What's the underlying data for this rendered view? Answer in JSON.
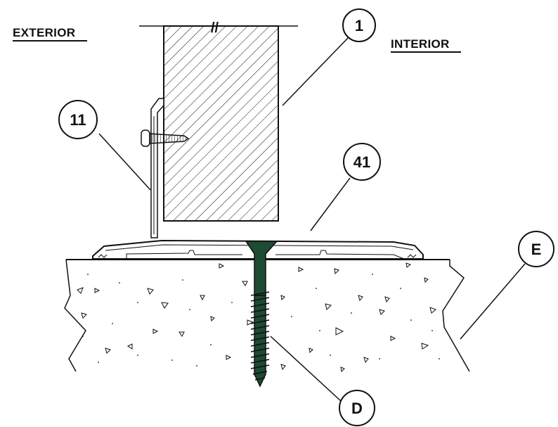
{
  "labels": {
    "exterior": "EXTERIOR",
    "interior": "INTERIOR"
  },
  "callouts": {
    "door": "1",
    "door_seal": "11",
    "threshold": "41",
    "floor": "E",
    "screw": "D"
  },
  "colors": {
    "line": "#111111",
    "screw": "#1f4a33",
    "paper": "#ffffff"
  },
  "break_mark": "//"
}
